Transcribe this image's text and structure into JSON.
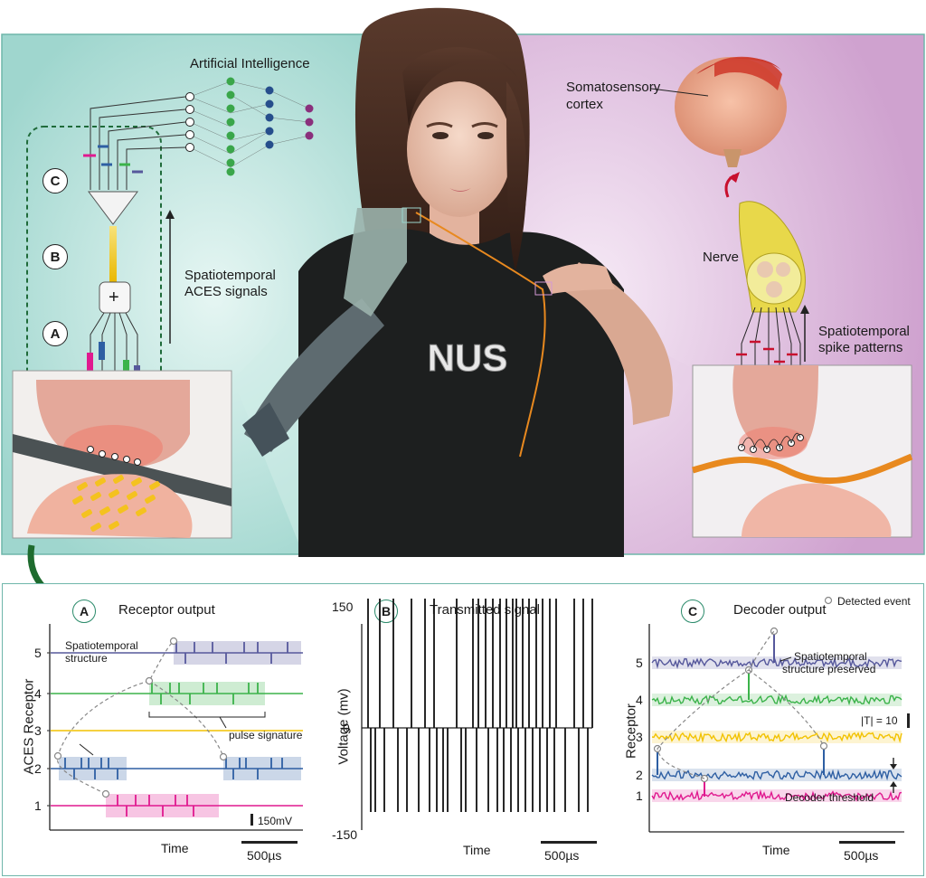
{
  "top": {
    "ai_label": "Artificial Intelligence",
    "stage_c": "C",
    "stage_b": "B",
    "stage_a": "A",
    "aces_signals_line1": "Spatiotemporal",
    "aces_signals_line2": "ACES signals",
    "shirt_text": "NUS",
    "cortex_line1": "Somatosensory",
    "cortex_line2": "cortex",
    "nerve_label": "Nerve",
    "spike_line1": "Spatiotemporal",
    "spike_line2": "spike patterns",
    "plus_symbol": "+"
  },
  "panel_a": {
    "letter": "A",
    "title": "Receptor output",
    "ylabel": "ACES Receptor",
    "xlabel": "Time",
    "yticks": [
      "1",
      "2",
      "3",
      "4",
      "5"
    ],
    "annot_structure_1": "Spatiotemporal",
    "annot_structure_2": "structure",
    "annot_pulse": "pulse signature",
    "scale_v": "150mV",
    "scale_t": "500µs"
  },
  "panel_b": {
    "letter": "B",
    "title": "Transmitted signal",
    "ylabel": "Voltage (mv)",
    "xlabel": "Time",
    "ytick_top": "150",
    "ytick_mid": "0",
    "ytick_bot": "-150",
    "scale_t": "500µs"
  },
  "panel_c": {
    "letter": "C",
    "title": "Decoder output",
    "ylabel": "Receptor",
    "xlabel": "Time",
    "yticks": [
      "1",
      "2",
      "3",
      "4",
      "5"
    ],
    "legend_event": "Detected event",
    "annot_1": "Spatiotemporal",
    "annot_2": "structure preserved",
    "t_label": "|T| = 10",
    "threshold": "Decoder threshold",
    "scale_t": "500µs"
  },
  "colors": {
    "teal_bg": "#a9dcd5",
    "purple_bg": "#dcb6dc",
    "r1": "#e0198f",
    "r2": "#2e5fa3",
    "r3": "#f2c200",
    "r4": "#3bb34a",
    "r5": "#56589c"
  }
}
